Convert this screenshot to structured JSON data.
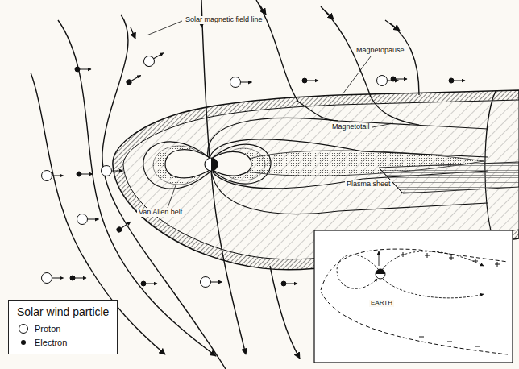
{
  "diagram": {
    "labels": [
      "Solar magnetic field line",
      "Magnetopause",
      "Magnetotail",
      "Plasma sheet",
      "Van Allen belt",
      "EARTH",
      "Solar wind particle"
    ],
    "legend": [
      {
        "text": "Proton"
      },
      {
        "text": "Electron"
      }
    ]
  }
}
